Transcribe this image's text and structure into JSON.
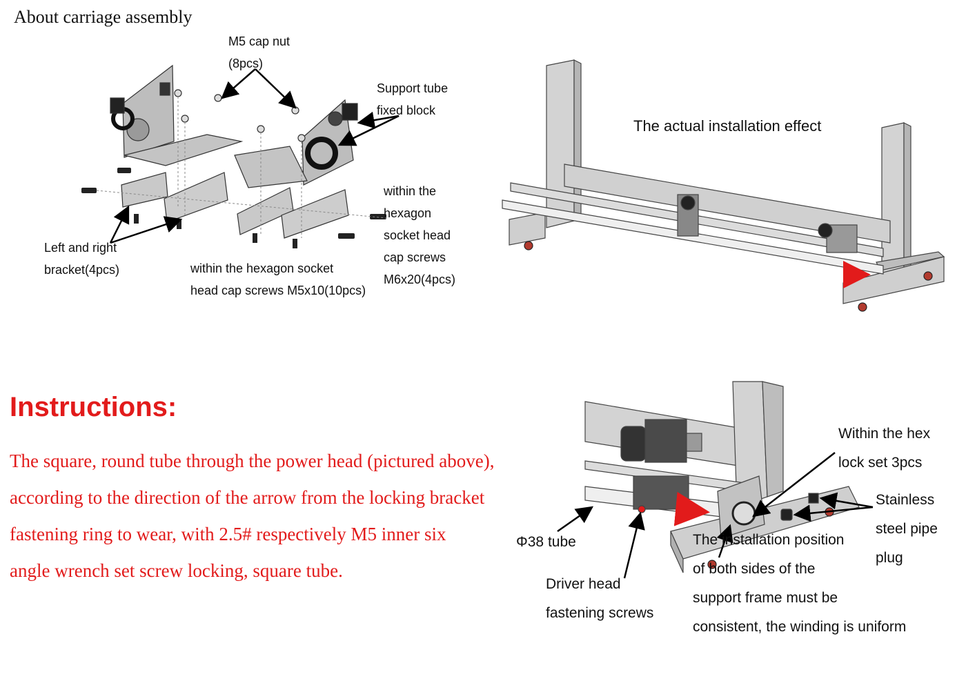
{
  "page_title": "About carriage assembly",
  "labels": {
    "cap_nut": [
      "M5 cap nut",
      "(8pcs)"
    ],
    "support_tube": [
      "Support tube",
      "fixed block"
    ],
    "hex_m6": [
      "within the",
      "hexagon",
      "socket head",
      "cap screws",
      "M6x20(4pcs)"
    ],
    "bracket": [
      "Left and right",
      "bracket(4pcs)"
    ],
    "hex_m5": [
      "within the hexagon socket",
      "head cap screws M5x10(10pcs)"
    ],
    "installation_effect": "The actual installation effect",
    "hex_lock": [
      "Within the hex",
      "lock set 3pcs"
    ],
    "pipe_plug": [
      "Stainless",
      "steel pipe",
      "plug"
    ],
    "tube": "Φ38 tube",
    "driver_head": [
      "Driver head",
      "fastening screws"
    ],
    "install_position": [
      "The installation position",
      "of both sides of the",
      "support frame must be",
      "consistent, the winding is uniform"
    ]
  },
  "instructions": {
    "heading": "Instructions:",
    "lines": [
      "The square, round tube through the power head (pictured above),",
      "according to the direction of the arrow from the locking bracket",
      "fastening ring to wear, with 2.5# respectively M5 inner six",
      "angle wrench set screw locking, square tube."
    ]
  },
  "colors": {
    "text": "#111111",
    "accent_red": "#e21b1b",
    "metal": "#c9c9c9",
    "metal_dark": "#7a7a7a",
    "caster": "#b23a2e"
  }
}
